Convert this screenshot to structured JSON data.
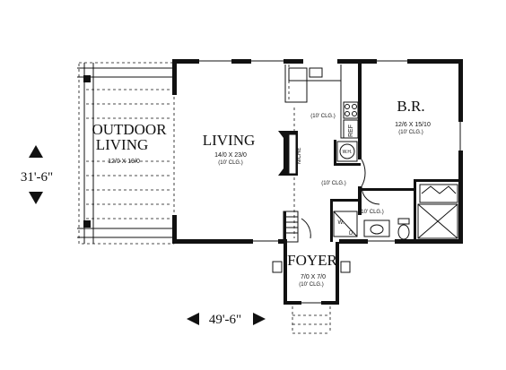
{
  "rooms": {
    "outdoor": {
      "name_line1": "OUTDOOR",
      "name_line2": "LIVING",
      "dims": "12/0 X 19/0"
    },
    "living": {
      "name": "LIVING",
      "dims": "14/0 X 23/0",
      "clg": "(10' CLG.)"
    },
    "bedroom": {
      "name": "B.R.",
      "dims": "12/6 X 15/10",
      "clg": "(10' CLG.)"
    },
    "foyer": {
      "name": "FOYER",
      "dims": "7/0 X 7/0",
      "clg": "(10' CLG.)"
    }
  },
  "labels": {
    "kitchen_clg": "(10' CLG.)",
    "hall_clg": "(10' CLG.)",
    "bath_clg": "(10' CLG.)",
    "ref": "REF",
    "wh": "W.H.",
    "wd_w": "W.",
    "wd_d": "D.",
    "niche": "NICHE"
  },
  "dimensions": {
    "height": "31'-6\"",
    "width": "49'-6\""
  }
}
